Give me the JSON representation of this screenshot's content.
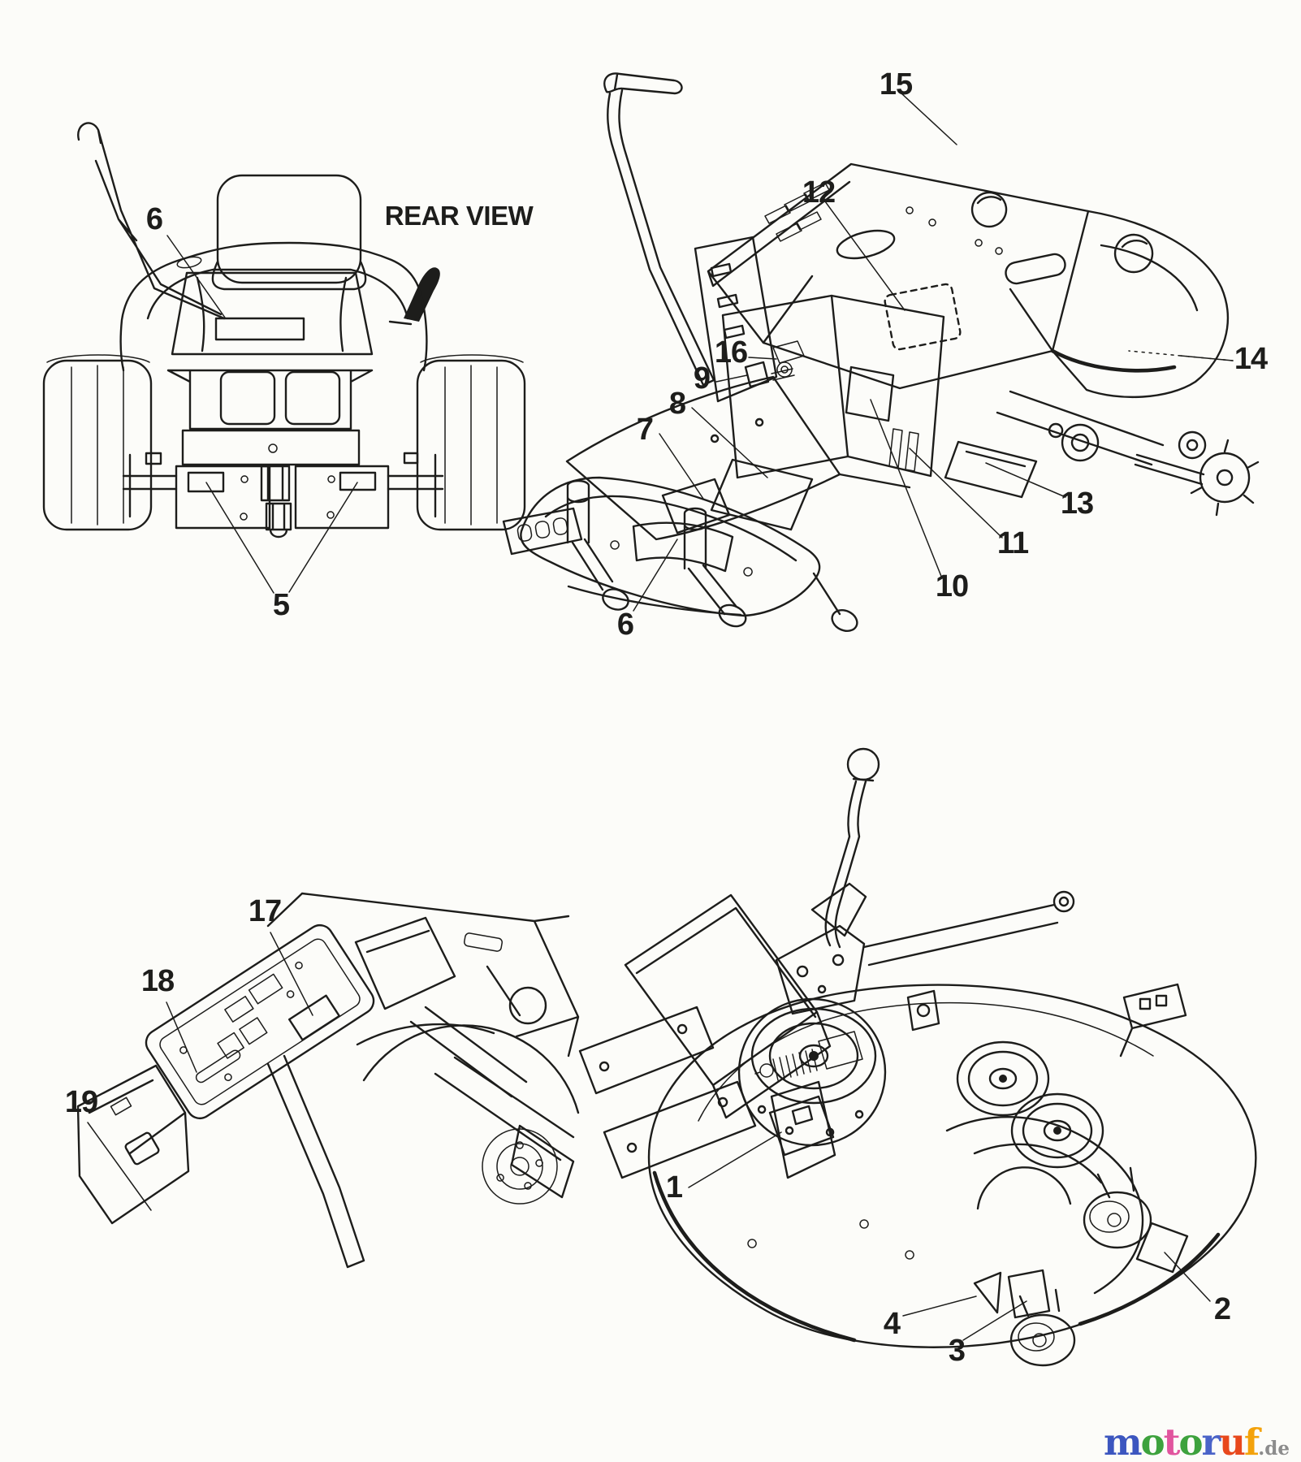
{
  "figure": {
    "background": "#fcfcf9",
    "ink": "#1d1d1b",
    "description": "Zero-turn riding mower decal placement parts diagram with four line-art views"
  },
  "views": {
    "rear": {
      "caption": "REAR VIEW",
      "callouts": [
        {
          "label": "6"
        },
        {
          "label": "5"
        }
      ]
    },
    "isometric": {
      "callouts": [
        {
          "label": "15"
        },
        {
          "label": "12"
        },
        {
          "label": "16"
        },
        {
          "label": "9"
        },
        {
          "label": "8"
        },
        {
          "label": "7"
        },
        {
          "label": "14"
        },
        {
          "label": "13"
        },
        {
          "label": "11"
        },
        {
          "label": "10"
        },
        {
          "label": "6"
        }
      ]
    },
    "console": {
      "callouts": [
        {
          "label": "17"
        },
        {
          "label": "18"
        },
        {
          "label": "19"
        }
      ]
    },
    "deck": {
      "callouts": [
        {
          "label": "1"
        },
        {
          "label": "2"
        },
        {
          "label": "3"
        },
        {
          "label": "4"
        }
      ]
    }
  },
  "watermark": {
    "letters": [
      {
        "ch": "m",
        "color": "#3c56bf"
      },
      {
        "ch": "o",
        "color": "#3da23d"
      },
      {
        "ch": "t",
        "color": "#e1559e"
      },
      {
        "ch": "o",
        "color": "#3da23d"
      },
      {
        "ch": "r",
        "color": "#4a63c8"
      },
      {
        "ch": "u",
        "color": "#e8481c"
      },
      {
        "ch": "f",
        "color": "#f3a20b"
      }
    ],
    "suffix": {
      "text": ".de",
      "color": "#8c8c8c"
    }
  }
}
